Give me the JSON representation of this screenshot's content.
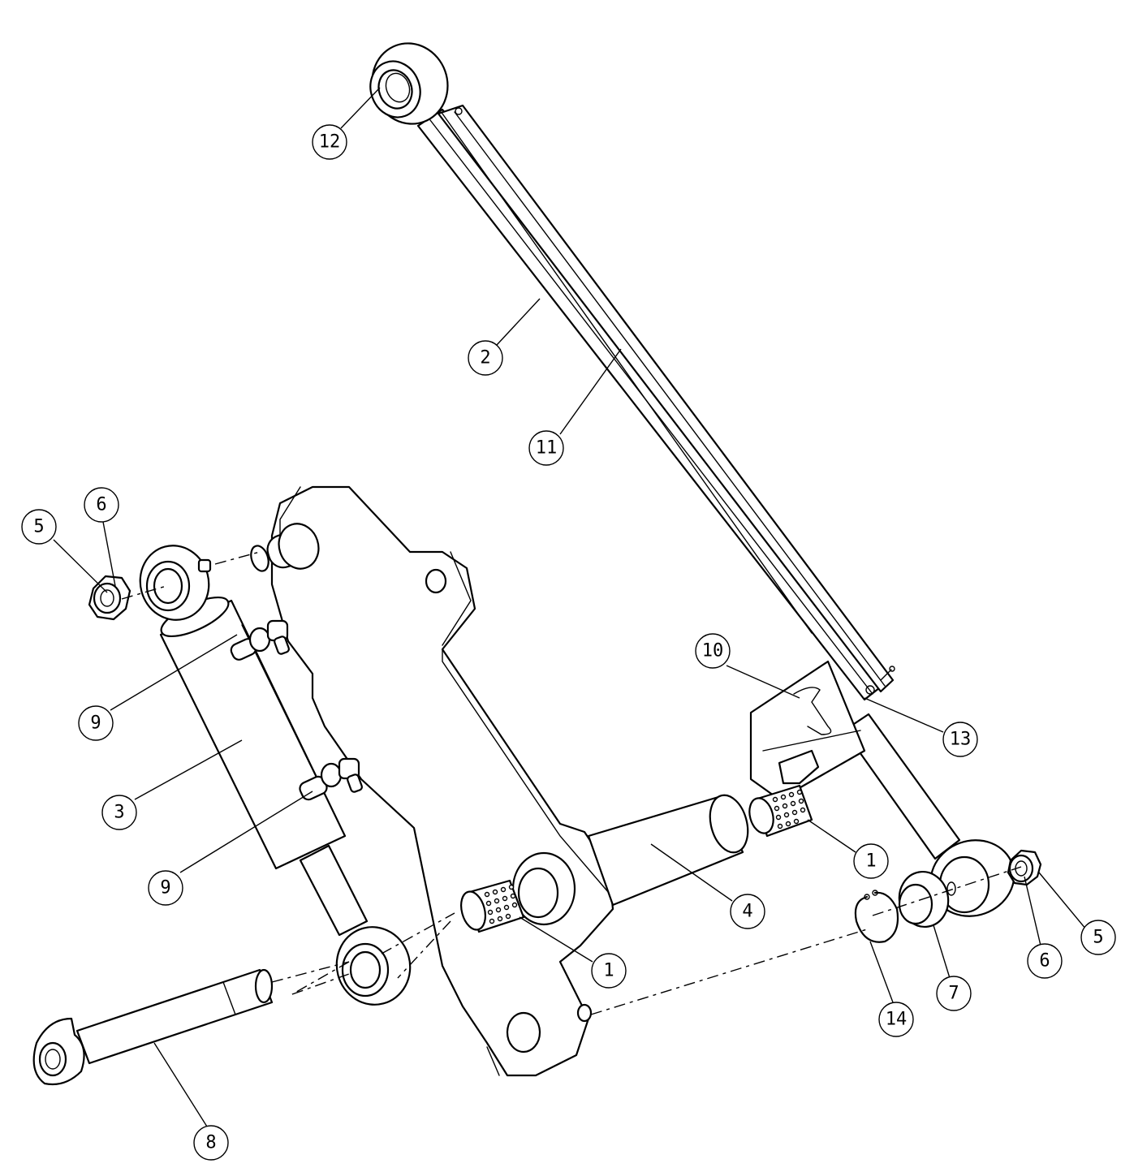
{
  "diagram": {
    "callouts": [
      {
        "id": "12",
        "label": "12"
      },
      {
        "id": "2",
        "label": "2"
      },
      {
        "id": "11",
        "label": "11"
      },
      {
        "id": "5a",
        "label": "5"
      },
      {
        "id": "6a",
        "label": "6"
      },
      {
        "id": "9a",
        "label": "9"
      },
      {
        "id": "3",
        "label": "3"
      },
      {
        "id": "9b",
        "label": "9"
      },
      {
        "id": "10",
        "label": "10"
      },
      {
        "id": "13",
        "label": "13"
      },
      {
        "id": "1a",
        "label": "1"
      },
      {
        "id": "4",
        "label": "4"
      },
      {
        "id": "1b",
        "label": "1"
      },
      {
        "id": "5b",
        "label": "5"
      },
      {
        "id": "6b",
        "label": "6"
      },
      {
        "id": "7",
        "label": "7"
      },
      {
        "id": "14",
        "label": "14"
      },
      {
        "id": "8",
        "label": "8"
      }
    ],
    "colors": {
      "line": "#000000",
      "background": "#ffffff"
    }
  }
}
